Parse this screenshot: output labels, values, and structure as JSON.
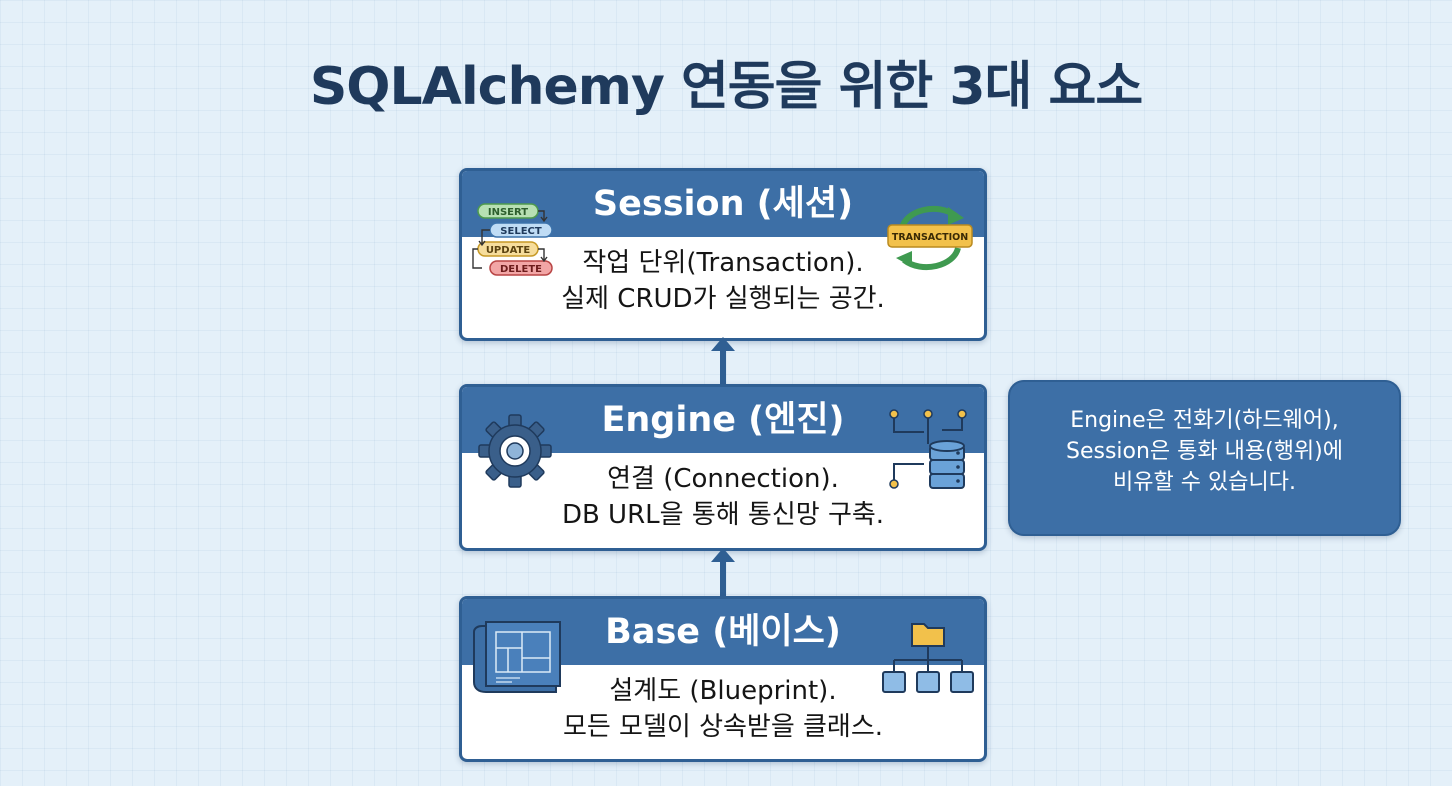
{
  "title": "SQLAlchemy 연동을 위한 3대 요소",
  "colors": {
    "header": "#3d6fa6",
    "border": "#2f5f93",
    "title": "#1f3a5c",
    "background": "#e4f0f9"
  },
  "cards": {
    "session": {
      "header": "Session (세션)",
      "line1": "작업 단위(Transaction).",
      "line2": "실제 CRUD가 실행되는 공간.",
      "crud_tags": [
        "INSERT",
        "SELECT",
        "UPDATE",
        "DELETE"
      ],
      "transaction_badge": "TRANSACTION"
    },
    "engine": {
      "header": "Engine (엔진)",
      "line1": "연결 (Connection).",
      "line2": "DB URL을 통해 통신망 구축."
    },
    "base": {
      "header": "Base (베이스)",
      "line1": "설계도 (Blueprint).",
      "line2": "모든 모델이 상속받을 클래스."
    }
  },
  "note": {
    "line1": "Engine은 전화기(하드웨어),",
    "line2": "Session은 통화 내용(행위)에",
    "line3": "비유할 수 있습니다."
  },
  "icons": [
    "crud-list-icon",
    "transaction-cycle-icon",
    "gear-icon",
    "database-network-icon",
    "blueprint-icon",
    "folder-hierarchy-icon",
    "arrow-up-icon"
  ]
}
